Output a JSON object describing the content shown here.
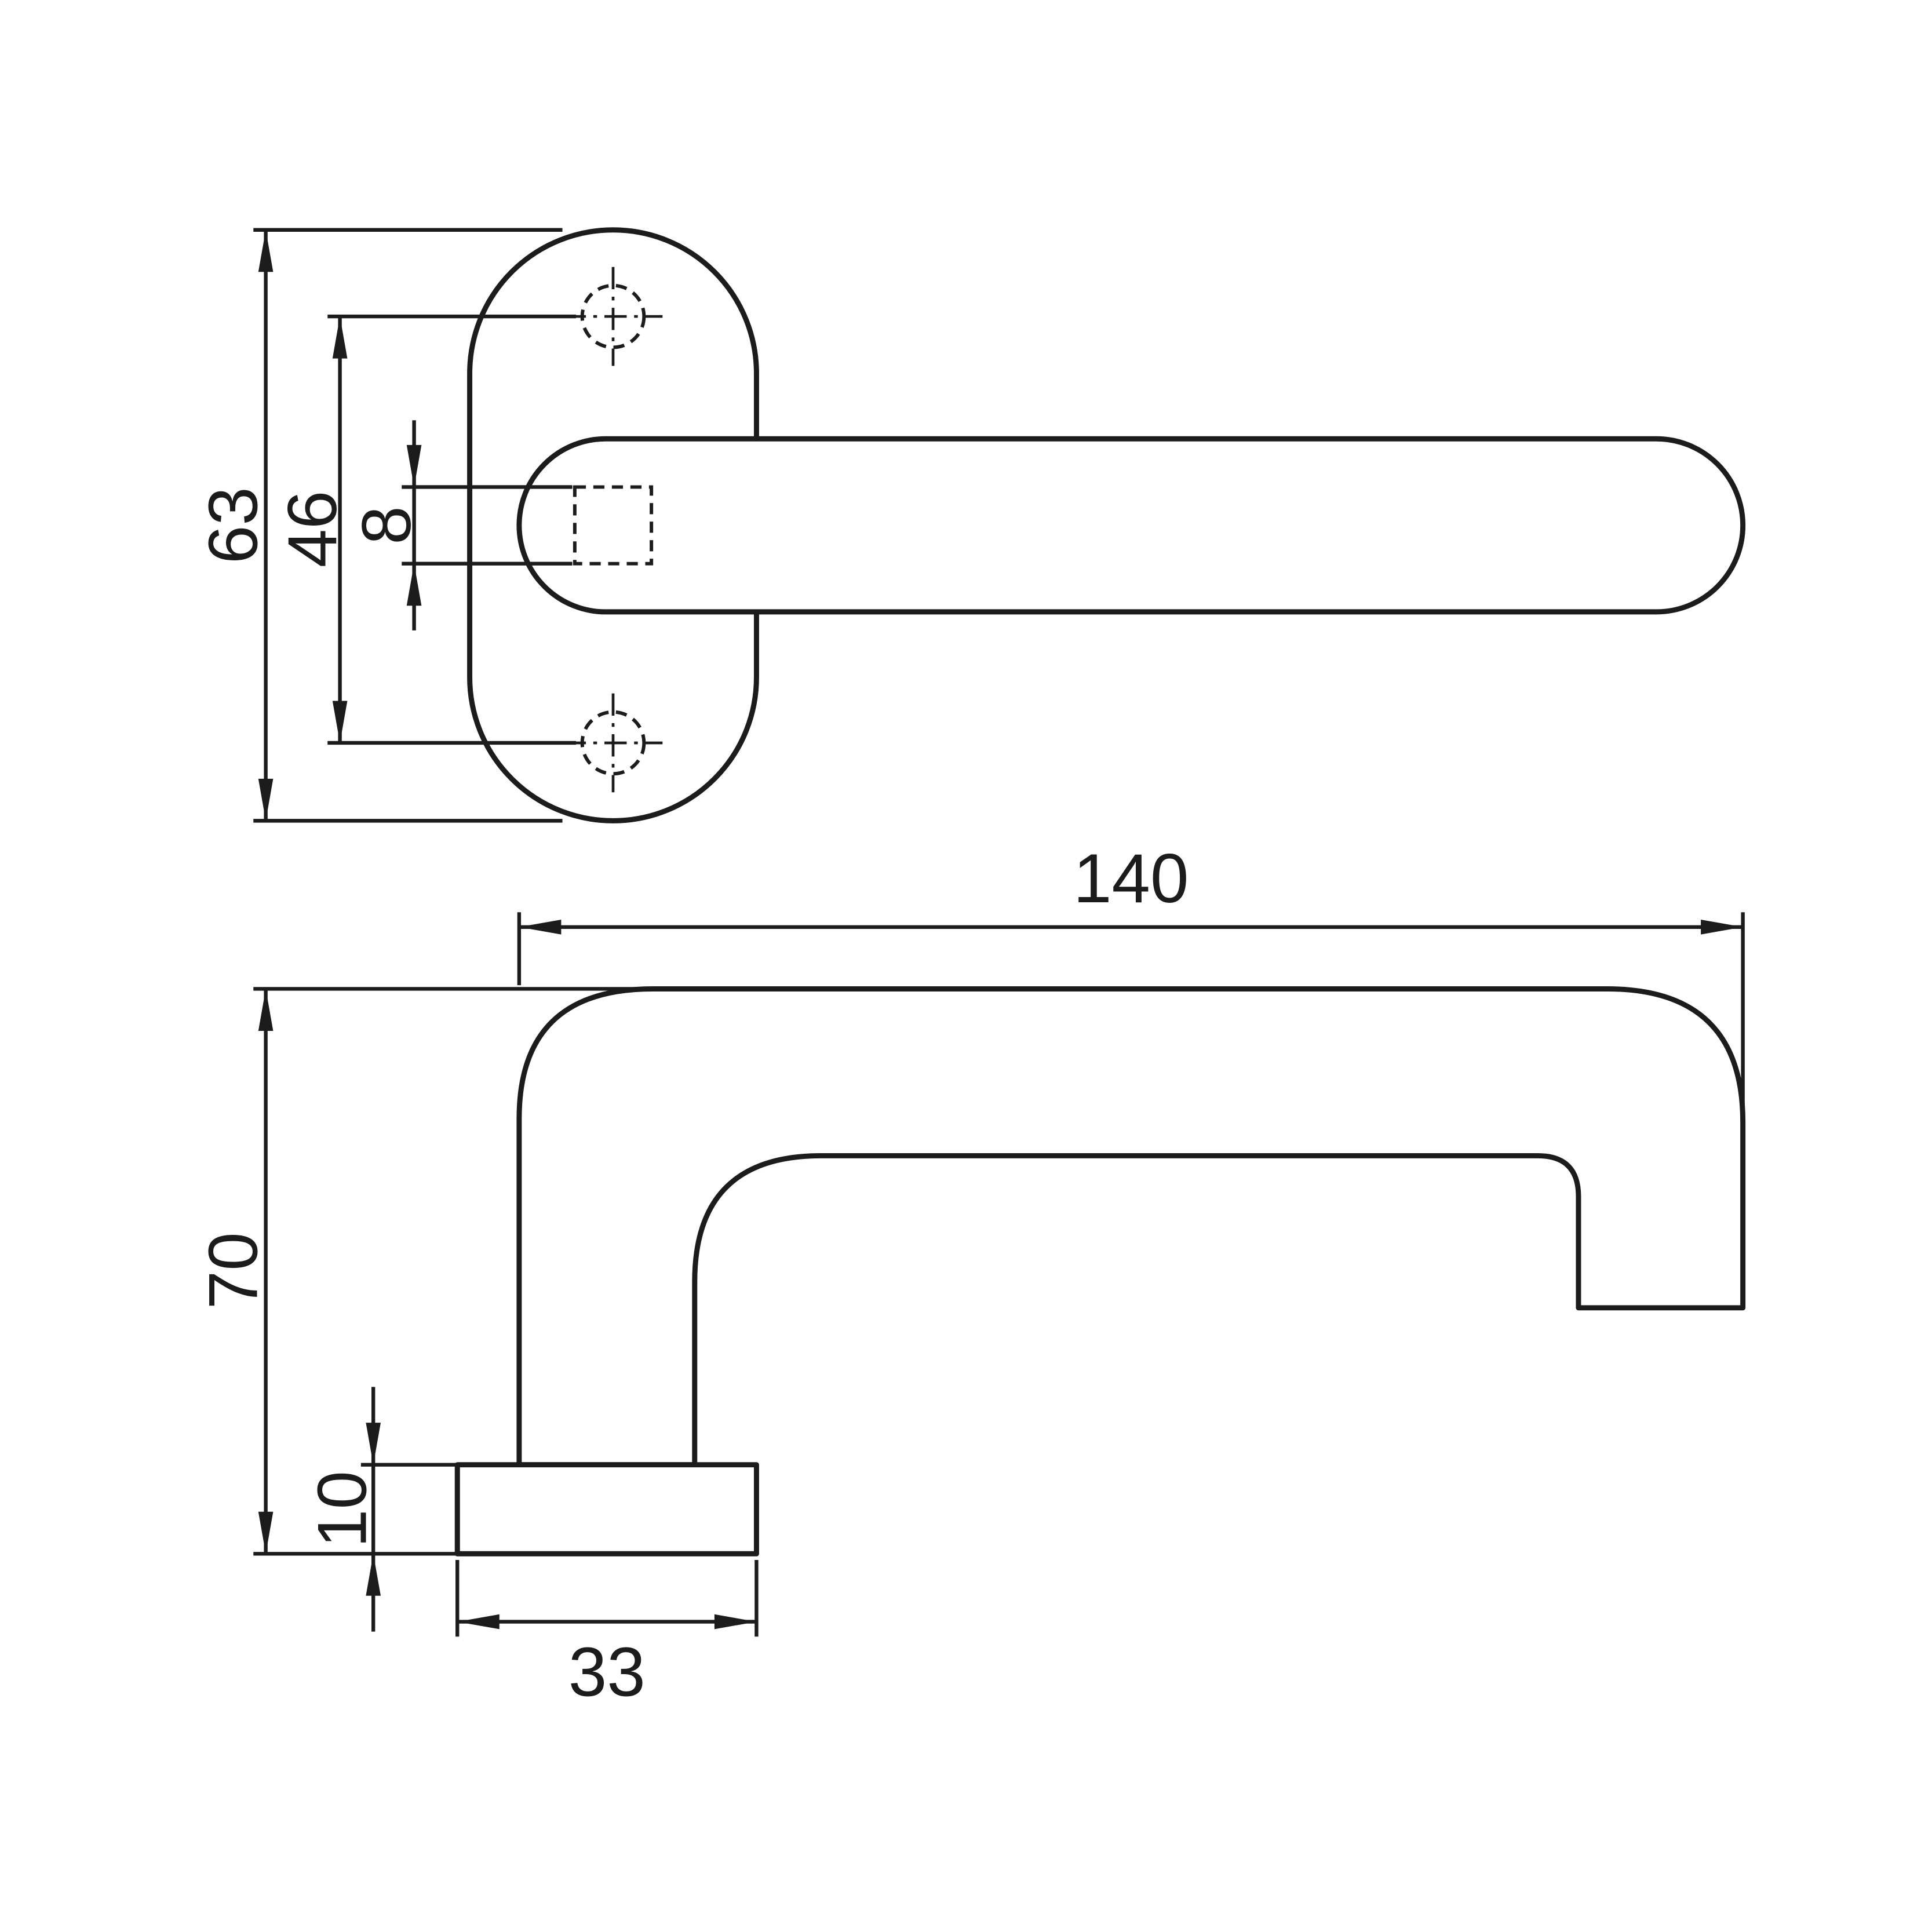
{
  "style": {
    "line_color": "#1c1c1c",
    "background": "#ffffff"
  },
  "drawing": {
    "kind": "technical-dimension-drawing",
    "subject": "door-lever-handle-with-oval-rose",
    "views": {
      "front_view": "front-view-with-oval-backplate",
      "side_view": "side-profile-view"
    }
  },
  "dims": {
    "plate_height": "63",
    "hole_spacing": "46",
    "spindle_square": "8",
    "handle_length": "140",
    "handle_height": "70",
    "rose_thickness": "10",
    "rose_width": "33"
  }
}
